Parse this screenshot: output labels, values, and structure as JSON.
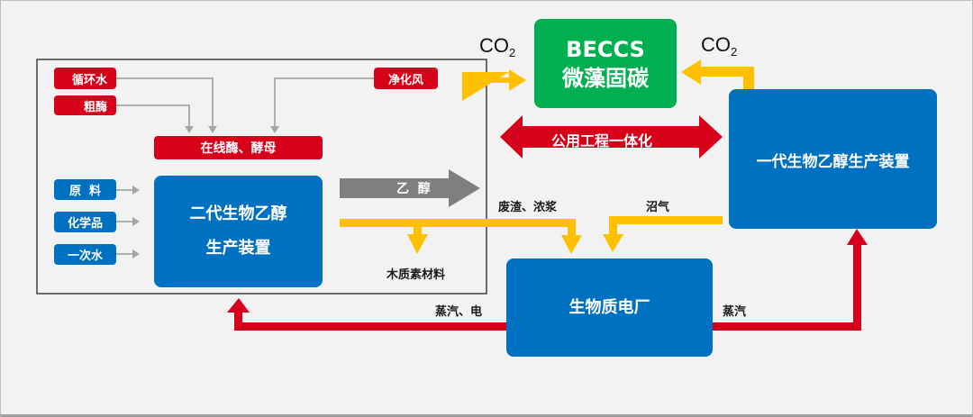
{
  "colors": {
    "red": "#d7001a",
    "blue": "#0070c0",
    "green": "#00b050",
    "yellow": "#ffc000",
    "gray_arrow": "#7f7f7f",
    "thin_gray": "#a6a6a6",
    "background": "#f2f2f2"
  },
  "second_gen_unit": {
    "title_line1": "二代生物乙醇",
    "title_line2": "生产装置",
    "red_inputs": [
      "循环水",
      "粗酶",
      "净化风"
    ],
    "enzyme_box": "在线酶、酵母",
    "blue_inputs": [
      "原  料",
      "化学品",
      "一次水"
    ]
  },
  "beccs": {
    "line1": "BECCS",
    "line2": "微藻固碳"
  },
  "co2_label": {
    "base": "CO",
    "sub": "2"
  },
  "utility_arrow": "公用工程一体化",
  "first_gen_unit": "一代生物乙醇生产装置",
  "ethanol_arrow": "乙  醇",
  "power_plant": "生物质电厂",
  "flow_labels": {
    "waste": "废渣、浓浆",
    "biogas": "沼气",
    "lignin": "木质素材料",
    "steam_power": "蒸汽、电",
    "steam": "蒸汽"
  }
}
